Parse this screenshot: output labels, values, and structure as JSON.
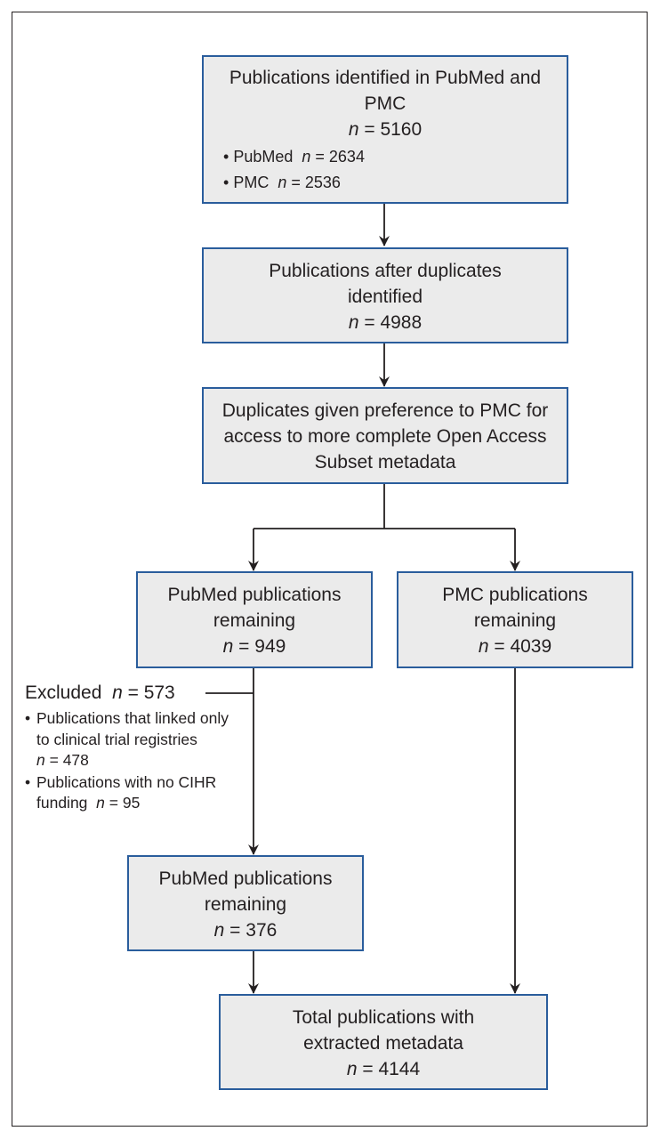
{
  "boxes": {
    "identified": {
      "title": "Publications identified in PubMed and PMC",
      "n": "5160",
      "items": [
        {
          "label": "PubMed",
          "n": "2634"
        },
        {
          "label": "PMC",
          "n": "2536"
        }
      ]
    },
    "after_duplicates": {
      "title": "Publications after duplicates identified",
      "n": "4988"
    },
    "preference": {
      "title": "Duplicates given preference to PMC for access to more complete Open Access Subset metadata"
    },
    "pubmed_remaining_1": {
      "title": "PubMed publications remaining",
      "n": "949"
    },
    "pmc_remaining": {
      "title": "PMC publications remaining",
      "n": "4039"
    },
    "pubmed_remaining_2": {
      "title": "PubMed publications remaining",
      "n": "376"
    },
    "total": {
      "title": "Total publications with extracted metadata",
      "n": "4144"
    }
  },
  "excluded": {
    "label": "Excluded",
    "n": "573",
    "items": [
      {
        "text": "Publications that linked only to clinical trial registries",
        "n": "478"
      },
      {
        "text": "Publications with no CIHR funding",
        "n": "95"
      }
    ]
  },
  "n_symbol": "n",
  "equals": " = ",
  "colors": {
    "box_border": "#2a5d9c",
    "box_fill": "#ebebeb",
    "line": "#231f20"
  }
}
